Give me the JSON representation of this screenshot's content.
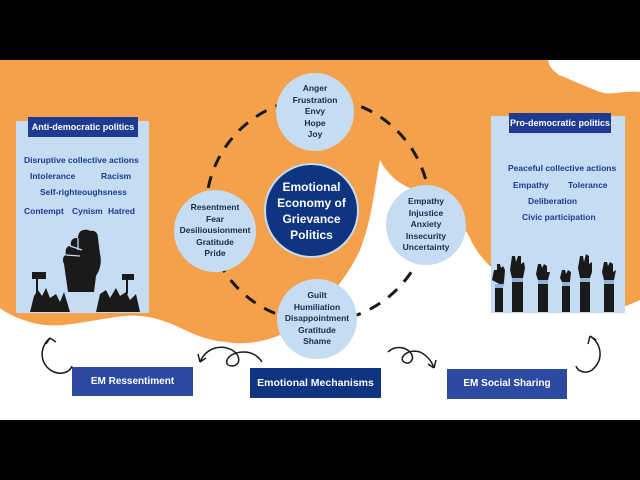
{
  "diagram": {
    "center": {
      "lines": [
        "Emotional",
        "Economy of",
        "Grievance",
        "Politics"
      ]
    },
    "nodes": {
      "top": [
        "Anger",
        "Frustration",
        "Envy",
        "Hope",
        "Joy"
      ],
      "left": [
        "Resentment",
        "Fear",
        "Desiliousionment",
        "Gratitude",
        "Pride"
      ],
      "right": [
        "Empathy",
        "Injustice",
        "Anxiety",
        "Insecurity",
        "Uncertainty"
      ],
      "bottom": [
        "Guilt",
        "Humiliation",
        "Disappointment",
        "Gratitude",
        "Shame"
      ]
    },
    "left_panel": {
      "title": "Anti-democratic politics",
      "rows": [
        [
          "Disruptive collective actions"
        ],
        [
          "Intolerance",
          "Racism"
        ],
        [
          "Self-righteoughsness"
        ],
        [
          "Contempt",
          "Cynism",
          "Hatred"
        ]
      ]
    },
    "right_panel": {
      "title": "Pro-democratic politics",
      "rows": [
        [
          "Peaceful collective actions"
        ],
        [
          "Empathy",
          "Tolerance"
        ],
        [
          "Deliberation"
        ],
        [
          "Civic participation"
        ]
      ]
    },
    "labels": {
      "left": "EM Ressentiment",
      "center": "Emotional Mechanisms",
      "right": "EM Social Sharing"
    },
    "colors": {
      "orange": "#f5a04a",
      "navy": "#1f3a93",
      "dark_navy": "#0f3480",
      "light_blue": "#c5dcf2",
      "black": "#000000",
      "white": "#ffffff"
    },
    "icons": {
      "left_panel_image": "raised-fist-protest-icon",
      "right_panel_image": "raised-hands-icon"
    }
  }
}
